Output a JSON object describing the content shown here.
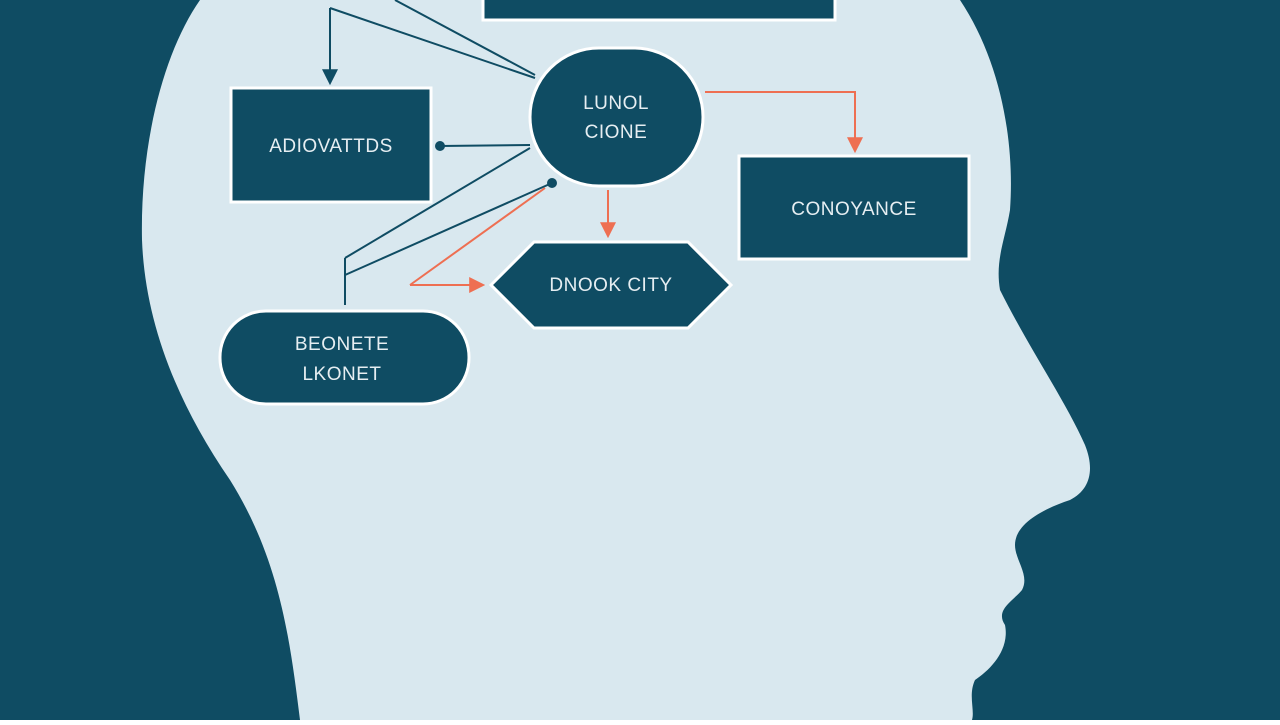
{
  "colors": {
    "background": "#0f4c63",
    "head": "#d9e8ef",
    "node_fill": "#0f4c63",
    "node_border": "#ffffff",
    "node_text": "#e6eef2",
    "connector": "#0f4c63",
    "accent_arrow": "#ee6f52"
  },
  "nodes": {
    "top_box": {
      "lines": []
    },
    "adiovattds": {
      "lines": [
        "ADIOVATTDS"
      ]
    },
    "lunol_cione": {
      "lines": [
        "LUNOL",
        "CIONE"
      ]
    },
    "conoyance": {
      "lines": [
        "CONOYANCE"
      ]
    },
    "dnook_city": {
      "lines": [
        "DNOOK CITY"
      ]
    },
    "beonete_lkonet": {
      "lines": [
        "BEONETE",
        "LKONET"
      ]
    }
  }
}
